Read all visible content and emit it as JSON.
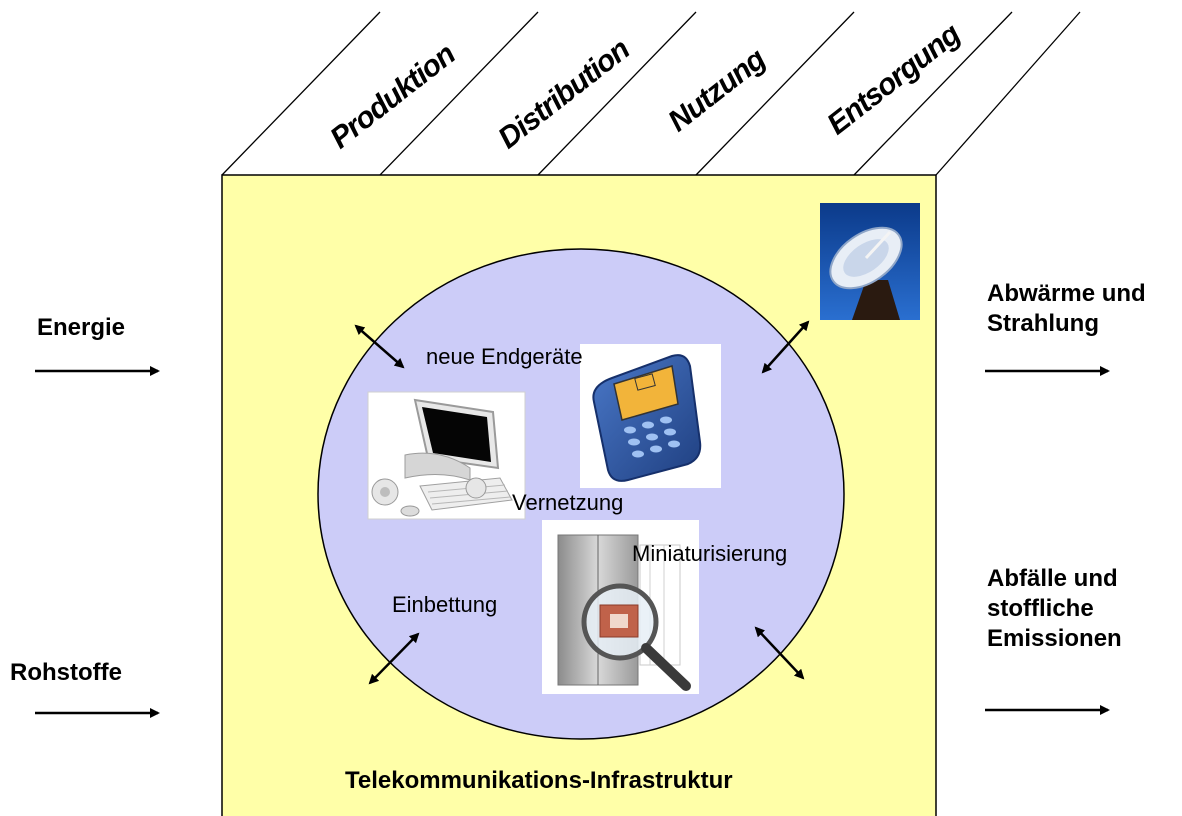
{
  "phases": [
    "Produktion",
    "Distribution",
    "Nutzung",
    "Entsorgung"
  ],
  "inputs": {
    "energie": "Energie",
    "rohstoffe": "Rohstoffe"
  },
  "outputs": {
    "abwaerme_line1": "Abwärme und",
    "abwaerme_line2": "Strahlung",
    "abfaelle_line1": "Abfälle und",
    "abfaelle_line2": "stoffliche",
    "abfaelle_line3": "Emissionen"
  },
  "circle_labels": {
    "endgeraete": "neue Endgeräte",
    "vernetzung": "Vernetzung",
    "miniaturisierung": "Miniaturisierung",
    "einbettung": "Einbettung"
  },
  "box_title": "Telekommunikations-Infrastruktur",
  "images": [
    "computer-image",
    "mobile-phone-image",
    "refrigerator-magnifier-image",
    "satellite-dish-image"
  ],
  "colors": {
    "box_fill": "#FFFFA8",
    "circle_fill": "#CCCCF8",
    "line": "#000000"
  }
}
